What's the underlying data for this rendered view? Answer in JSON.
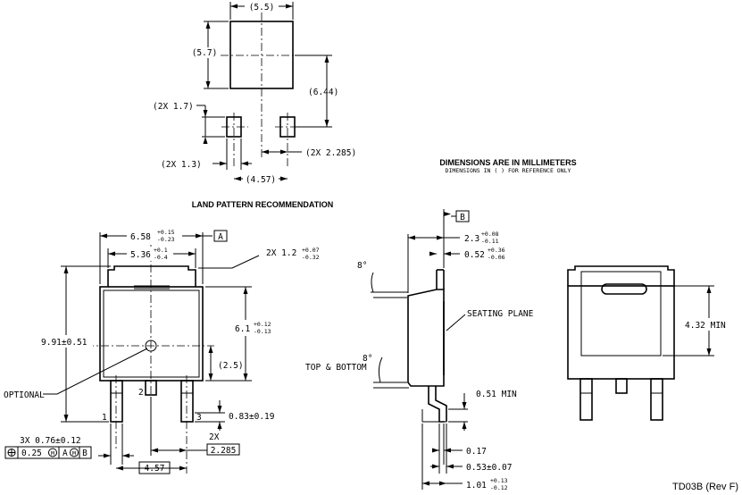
{
  "land_pattern": {
    "title": "LAND PATTERN RECOMMENDATION",
    "dim_pad_width": "(5.5)",
    "dim_pad_height": "(5.7)",
    "dim_pitch_vertical": "(6.44)",
    "dim_small_pad_height": "(2X 1.7)",
    "dim_small_pad_width": "(2X 1.3)",
    "dim_small_pad_offset": "(2X 2.285)",
    "dim_pad_spacing": "(4.57)"
  },
  "notes": {
    "units_title": "DIMENSIONS ARE IN MILLIMETERS",
    "units_sub": "DIMENSIONS IN ( ) FOR REFERENCE ONLY"
  },
  "front_view": {
    "width": "6.58",
    "width_tol_top": "+0.15",
    "width_tol_bot": "-0.23",
    "datum_a": "A",
    "tab_width": "5.36",
    "tab_tol_top": "+0.1",
    "tab_tol_bot": "-0.4",
    "chamfer": "2X 1.2",
    "chamfer_tol_top": "+0.07",
    "chamfer_tol_bot": "-0.32",
    "height": "9.91±0.51",
    "body_height": "6.1",
    "body_tol_top": "+0.12",
    "body_tol_bot": "-0.13",
    "lead_ref": "(2.5)",
    "optional": "OPTIONAL",
    "lead_width": "0.83±0.19",
    "pin1": "1",
    "pin2": "2",
    "pin3": "3",
    "lead_tol": "3X 0.76±0.12",
    "fcf_position": "⊕",
    "fcf_tol": "0.25",
    "fcf_mod1": "M",
    "fcf_datum1": "A",
    "fcf_mod2": "M",
    "fcf_datum2": "B",
    "pitch_label": "2X",
    "pitch": "2.285",
    "spacing": "4.57"
  },
  "side_view": {
    "datum_b": "B",
    "thickness": "2.3",
    "thickness_tol_top": "+0.08",
    "thickness_tol_bot": "-0.11",
    "tab_thickness": "0.52",
    "tab_tol_top": "+0.36",
    "tab_tol_bot": "-0.06",
    "angle_top": "8°",
    "seating_plane": "SEATING PLANE",
    "angle_bottom": "8°",
    "top_bottom": "TOP & BOTTOM",
    "lead_min": "0.51 MIN",
    "standoff": "0.17",
    "lead_thickness": "0.53±0.07",
    "foot": "1.01",
    "foot_tol_top": "+0.13",
    "foot_tol_bot": "-0.12"
  },
  "back_view": {
    "height_min": "4.32 MIN"
  },
  "drawing_id": "TD03B (Rev F)"
}
